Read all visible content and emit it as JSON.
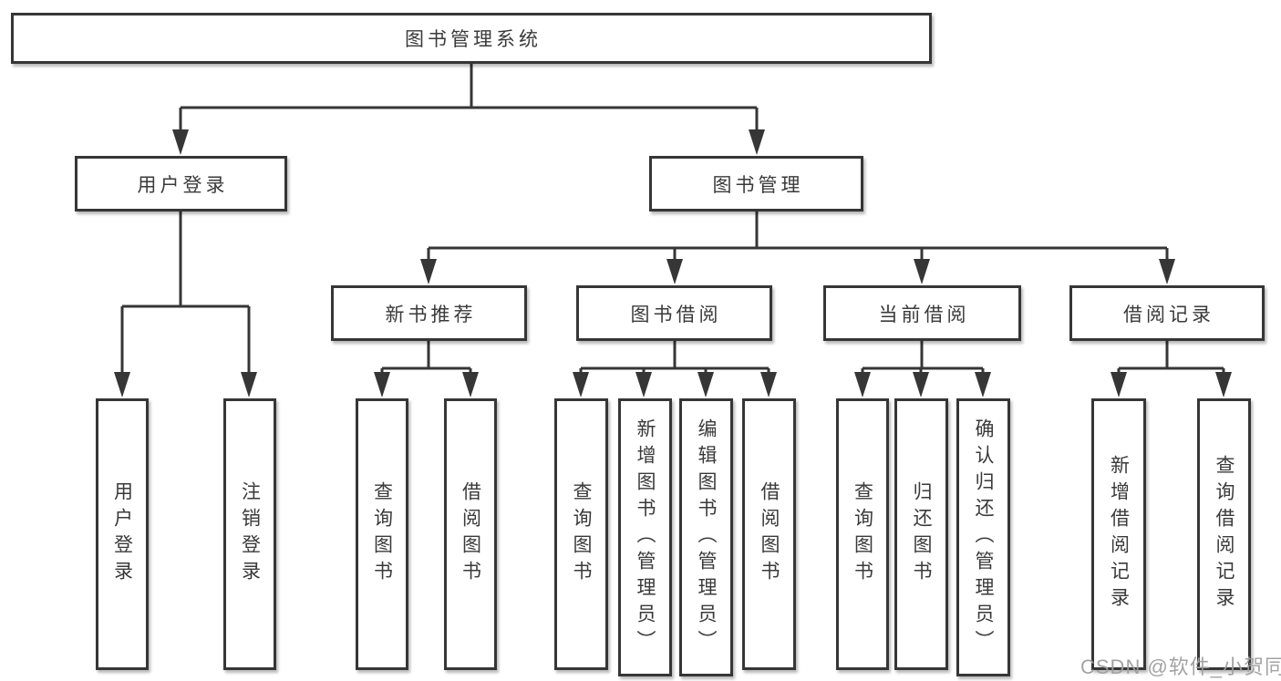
{
  "diagram": {
    "root": "图书管理系统",
    "user_login": {
      "label": "用户登录",
      "children": [
        "用户登录",
        "注销登录"
      ]
    },
    "book_mgmt": {
      "label": "图书管理",
      "sections": {
        "new_books": {
          "label": "新书推荐",
          "children": [
            "查询图书",
            "借阅图书"
          ]
        },
        "borrowing": {
          "label": "图书借阅",
          "children": [
            "查询图书",
            "新增图书（管理员）",
            "编辑图书（管理员）",
            "借阅图书"
          ]
        },
        "current": {
          "label": "当前借阅",
          "children": [
            "查询图书",
            "归还图书",
            "确认归还（管理员）"
          ]
        },
        "records": {
          "label": "借阅记录",
          "children": [
            "新增借阅记录",
            "查询借阅记录"
          ]
        }
      }
    }
  },
  "colors": {
    "line": "#363636",
    "box_border": "#363636",
    "text": "#3a3a3a",
    "watermark": "#9e9e9e"
  },
  "watermark": "CSDN @软件_小贺同学"
}
